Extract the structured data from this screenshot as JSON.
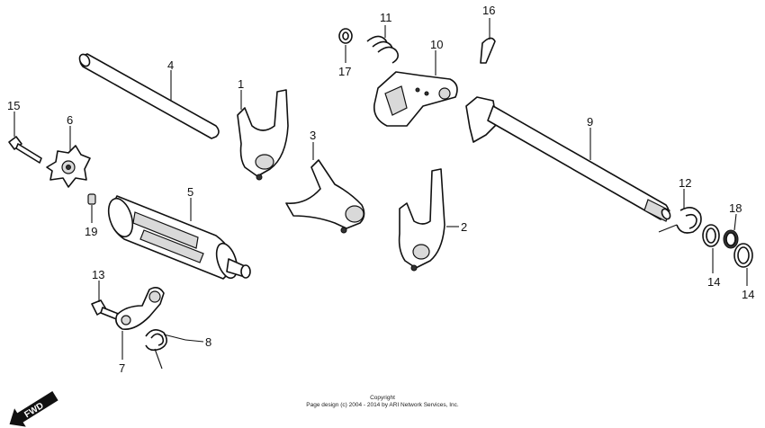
{
  "diagram": {
    "parts": [
      {
        "id": "1",
        "label": "1"
      },
      {
        "id": "2",
        "label": "2"
      },
      {
        "id": "3",
        "label": "3"
      },
      {
        "id": "4",
        "label": "4"
      },
      {
        "id": "5",
        "label": "5"
      },
      {
        "id": "6",
        "label": "6"
      },
      {
        "id": "7",
        "label": "7"
      },
      {
        "id": "8",
        "label": "8"
      },
      {
        "id": "9",
        "label": "9"
      },
      {
        "id": "10",
        "label": "10"
      },
      {
        "id": "11",
        "label": "11"
      },
      {
        "id": "12",
        "label": "12"
      },
      {
        "id": "13",
        "label": "13"
      },
      {
        "id": "14a",
        "label": "14"
      },
      {
        "id": "14b",
        "label": "14"
      },
      {
        "id": "15",
        "label": "15"
      },
      {
        "id": "16",
        "label": "16"
      },
      {
        "id": "17",
        "label": "17"
      },
      {
        "id": "18",
        "label": "18"
      },
      {
        "id": "19",
        "label": "19"
      }
    ],
    "direction_label": "FWD",
    "copyright_line1": "Copyright",
    "copyright_line2": "Page design (c) 2004 - 2014 by ARI Network Services, Inc."
  },
  "colors": {
    "line": "#111111",
    "background": "#ffffff",
    "fill_shade": "#d9d9d9"
  }
}
